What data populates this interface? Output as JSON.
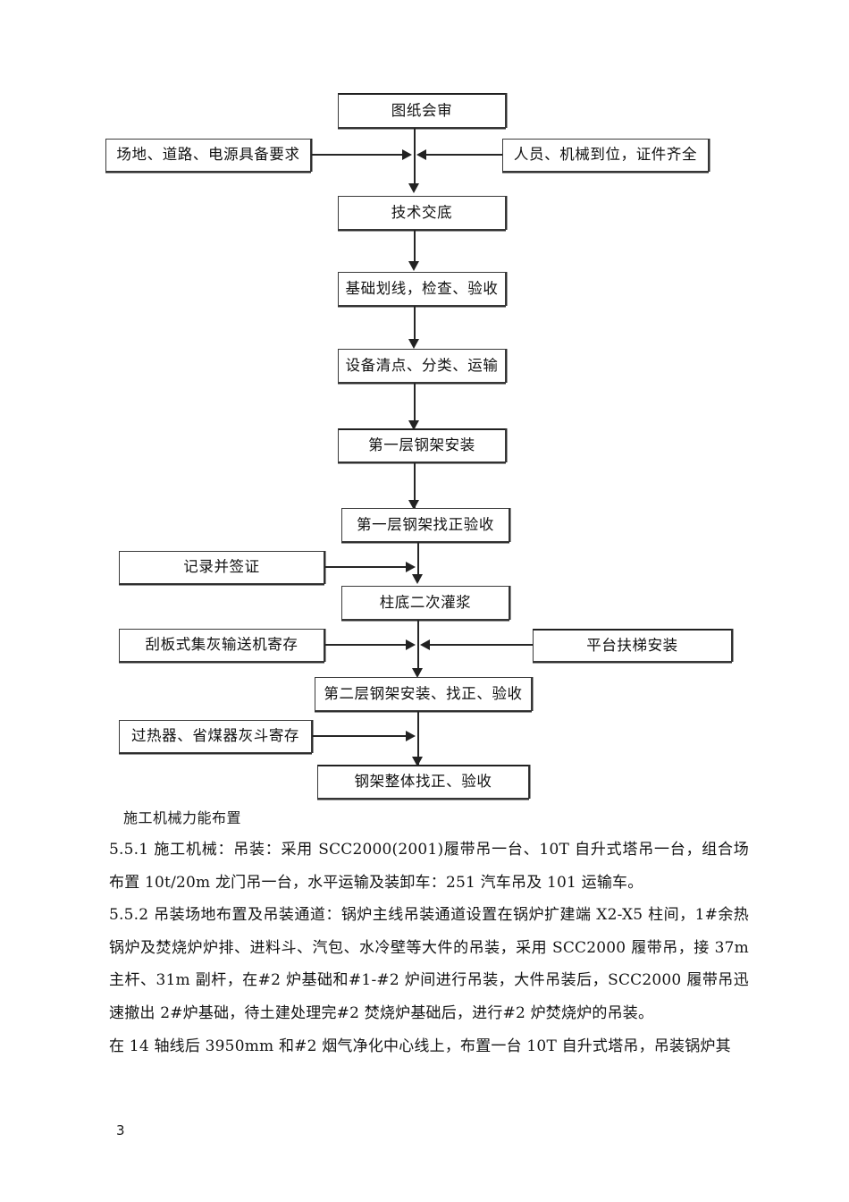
{
  "document": {
    "page_number": "3"
  },
  "flowchart": {
    "nodes": [
      {
        "id": "drawing-review",
        "label": "图纸会审"
      },
      {
        "id": "site-road-power",
        "label": "场地、道路、电源具备要求"
      },
      {
        "id": "personnel-machinery",
        "label": "人员、机械到位，证件齐全"
      },
      {
        "id": "technical-disclosure",
        "label": "技术交底"
      },
      {
        "id": "foundation-marking",
        "label": "基础划线，检查、验收"
      },
      {
        "id": "equipment-inventory",
        "label": "设备清点、分类、运输"
      },
      {
        "id": "first-layer-install",
        "label": "第一层钢架安装"
      },
      {
        "id": "first-layer-align",
        "label": "第一层钢架找正验收"
      },
      {
        "id": "record-and-sign",
        "label": "记录并签证"
      },
      {
        "id": "column-base-grouting",
        "label": "柱底二次灌浆"
      },
      {
        "id": "scraper-conveyor",
        "label": "刮板式集灰输送机寄存"
      },
      {
        "id": "platform-stairs",
        "label": "平台扶梯安装"
      },
      {
        "id": "second-layer-install",
        "label": "第二层钢架安装、找正、验收"
      },
      {
        "id": "superheater-hopper",
        "label": "过热器、省煤器灰斗寄存"
      },
      {
        "id": "overall-alignment",
        "label": "钢架整体找正、验收"
      }
    ]
  },
  "content": {
    "heading": "施工机械力能布置",
    "paragraphs": [
      "5.5.1 施工机械：吊装：采用 SCC2000(2001)履带吊一台、10T 自升式塔吊一台，组合场布置 10t/20m 龙门吊一台，水平运输及装卸车：251 汽车吊及 101 运输车。",
      "5.5.2 吊装场地布置及吊装通道：锅炉主线吊装通道设置在锅炉扩建端 X2-X5 柱间，1#余热锅炉及焚烧炉炉排、进料斗、汽包、水冷壁等大件的吊装，采用 SCC2000 履带吊，接 37m 主杆、31m 副杆，在#2 炉基础和#1-#2 炉间进行吊装，大件吊装后，SCC2000 履带吊迅速撤出 2#炉基础，待土建处理完#2 焚烧炉基础后，进行#2 炉焚烧炉的吊装。",
      "在 14 轴线后 3950mm 和#2 烟气净化中心线上，布置一台 10T 自升式塔吊，吊装锅炉其"
    ]
  },
  "colors": {
    "page_background": "#ffffff",
    "ink": "#1a1a1a",
    "box_border": "#3a3a3a",
    "connector": "#262626"
  }
}
